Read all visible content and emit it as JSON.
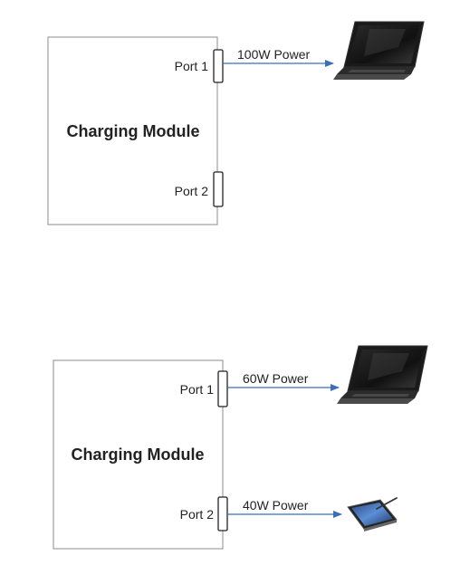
{
  "diagrams": [
    {
      "module_title": "Charging Module",
      "ports": [
        {
          "label": "Port 1",
          "power_label": "100W Power",
          "device": "laptop-icon"
        },
        {
          "label": "Port 2",
          "power_label": "",
          "device": ""
        }
      ]
    },
    {
      "module_title": "Charging Module",
      "ports": [
        {
          "label": "Port 1",
          "power_label": "60W Power",
          "device": "laptop-icon"
        },
        {
          "label": "Port 2",
          "power_label": "40W Power",
          "device": "tablet-icon"
        }
      ]
    }
  ],
  "colors": {
    "box_border": "#8c8c8c",
    "arrow": "#3b6fb6",
    "port_fill": "#ffffff",
    "port_border": "#222222"
  }
}
